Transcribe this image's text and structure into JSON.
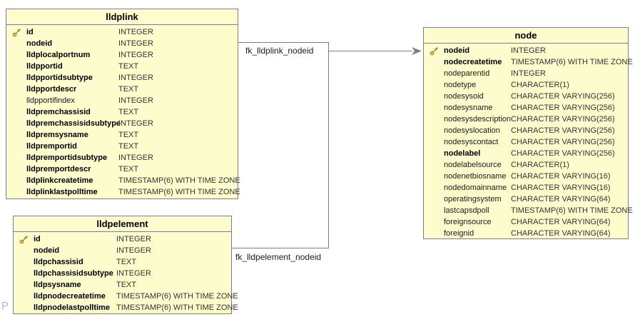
{
  "diagram": {
    "watermark": {
      "text": "P"
    },
    "colors": {
      "table_background": "#FCFCCD",
      "table_border": "#7F7F7F",
      "connector_line": "#7F7F7F",
      "key_icon_gold": "#E8BC4F",
      "page_background": "#FFFFFF"
    },
    "relations": [
      {
        "label": "fk_lldplink_nodeid",
        "from_table": "lldplink",
        "from_column": "nodeid",
        "to_table": "node",
        "to_column": "nodeid"
      },
      {
        "label": "fk_lldpelement_nodeid",
        "from_table": "lldpelement",
        "from_column": "nodeid",
        "to_table": "node",
        "to_column": "nodeid"
      }
    ],
    "tables": [
      {
        "title": "lldplink",
        "columns": [
          {
            "name": "id",
            "type": "INTEGER",
            "key": true,
            "bold": true
          },
          {
            "name": "nodeid",
            "type": "INTEGER",
            "key": false,
            "bold": true
          },
          {
            "name": "lldplocalportnum",
            "type": "INTEGER",
            "key": false,
            "bold": true
          },
          {
            "name": "lldpportid",
            "type": "TEXT",
            "key": false,
            "bold": true
          },
          {
            "name": "lldpportidsubtype",
            "type": "INTEGER",
            "key": false,
            "bold": true
          },
          {
            "name": "lldpportdescr",
            "type": "TEXT",
            "key": false,
            "bold": true
          },
          {
            "name": "lldpportifindex",
            "type": "INTEGER",
            "key": false,
            "bold": false
          },
          {
            "name": "lldpremchassisid",
            "type": "TEXT",
            "key": false,
            "bold": true
          },
          {
            "name": "lldpremchassisidsubtype",
            "type": "INTEGER",
            "key": false,
            "bold": true
          },
          {
            "name": "lldpremsysname",
            "type": "TEXT",
            "key": false,
            "bold": true
          },
          {
            "name": "lldpremportid",
            "type": "TEXT",
            "key": false,
            "bold": true
          },
          {
            "name": "lldpremportidsubtype",
            "type": "INTEGER",
            "key": false,
            "bold": true
          },
          {
            "name": "lldpremportdescr",
            "type": "TEXT",
            "key": false,
            "bold": true
          },
          {
            "name": "lldplinkcreatetime",
            "type": "TIMESTAMP(6) WITH TIME ZONE",
            "key": false,
            "bold": true
          },
          {
            "name": "lldplinklastpolltime",
            "type": "TIMESTAMP(6) WITH TIME ZONE",
            "key": false,
            "bold": true
          }
        ]
      },
      {
        "title": "lldpelement",
        "columns": [
          {
            "name": "id",
            "type": "INTEGER",
            "key": true,
            "bold": true
          },
          {
            "name": "nodeid",
            "type": "INTEGER",
            "key": false,
            "bold": true
          },
          {
            "name": "lldpchassisid",
            "type": "TEXT",
            "key": false,
            "bold": true
          },
          {
            "name": "lldpchassisidsubtype",
            "type": "INTEGER",
            "key": false,
            "bold": true
          },
          {
            "name": "lldpsysname",
            "type": "TEXT",
            "key": false,
            "bold": true
          },
          {
            "name": "lldpnodecreatetime",
            "type": "TIMESTAMP(6) WITH TIME ZONE",
            "key": false,
            "bold": true
          },
          {
            "name": "lldpnodelastpolltime",
            "type": "TIMESTAMP(6) WITH TIME ZONE",
            "key": false,
            "bold": true
          }
        ]
      },
      {
        "title": "node",
        "columns": [
          {
            "name": "nodeid",
            "type": "INTEGER",
            "key": true,
            "bold": true
          },
          {
            "name": "nodecreatetime",
            "type": "TIMESTAMP(6) WITH TIME ZONE",
            "key": false,
            "bold": true
          },
          {
            "name": "nodeparentid",
            "type": "INTEGER",
            "key": false,
            "bold": false
          },
          {
            "name": "nodetype",
            "type": "CHARACTER(1)",
            "key": false,
            "bold": false
          },
          {
            "name": "nodesysoid",
            "type": "CHARACTER VARYING(256)",
            "key": false,
            "bold": false
          },
          {
            "name": "nodesysname",
            "type": "CHARACTER VARYING(256)",
            "key": false,
            "bold": false
          },
          {
            "name": "nodesysdescription",
            "type": "CHARACTER VARYING(256)",
            "key": false,
            "bold": false
          },
          {
            "name": "nodesyslocation",
            "type": "CHARACTER VARYING(256)",
            "key": false,
            "bold": false
          },
          {
            "name": "nodesyscontact",
            "type": "CHARACTER VARYING(256)",
            "key": false,
            "bold": false
          },
          {
            "name": "nodelabel",
            "type": "CHARACTER VARYING(256)",
            "key": false,
            "bold": true
          },
          {
            "name": "nodelabelsource",
            "type": "CHARACTER(1)",
            "key": false,
            "bold": false
          },
          {
            "name": "nodenetbiosname",
            "type": "CHARACTER VARYING(16)",
            "key": false,
            "bold": false
          },
          {
            "name": "nodedomainname",
            "type": "CHARACTER VARYING(16)",
            "key": false,
            "bold": false
          },
          {
            "name": "operatingsystem",
            "type": "CHARACTER VARYING(64)",
            "key": false,
            "bold": false
          },
          {
            "name": "lastcapsdpoll",
            "type": "TIMESTAMP(6) WITH TIME ZONE",
            "key": false,
            "bold": false
          },
          {
            "name": "foreignsource",
            "type": "CHARACTER VARYING(64)",
            "key": false,
            "bold": false
          },
          {
            "name": "foreignid",
            "type": "CHARACTER VARYING(64)",
            "key": false,
            "bold": false
          }
        ]
      }
    ]
  }
}
